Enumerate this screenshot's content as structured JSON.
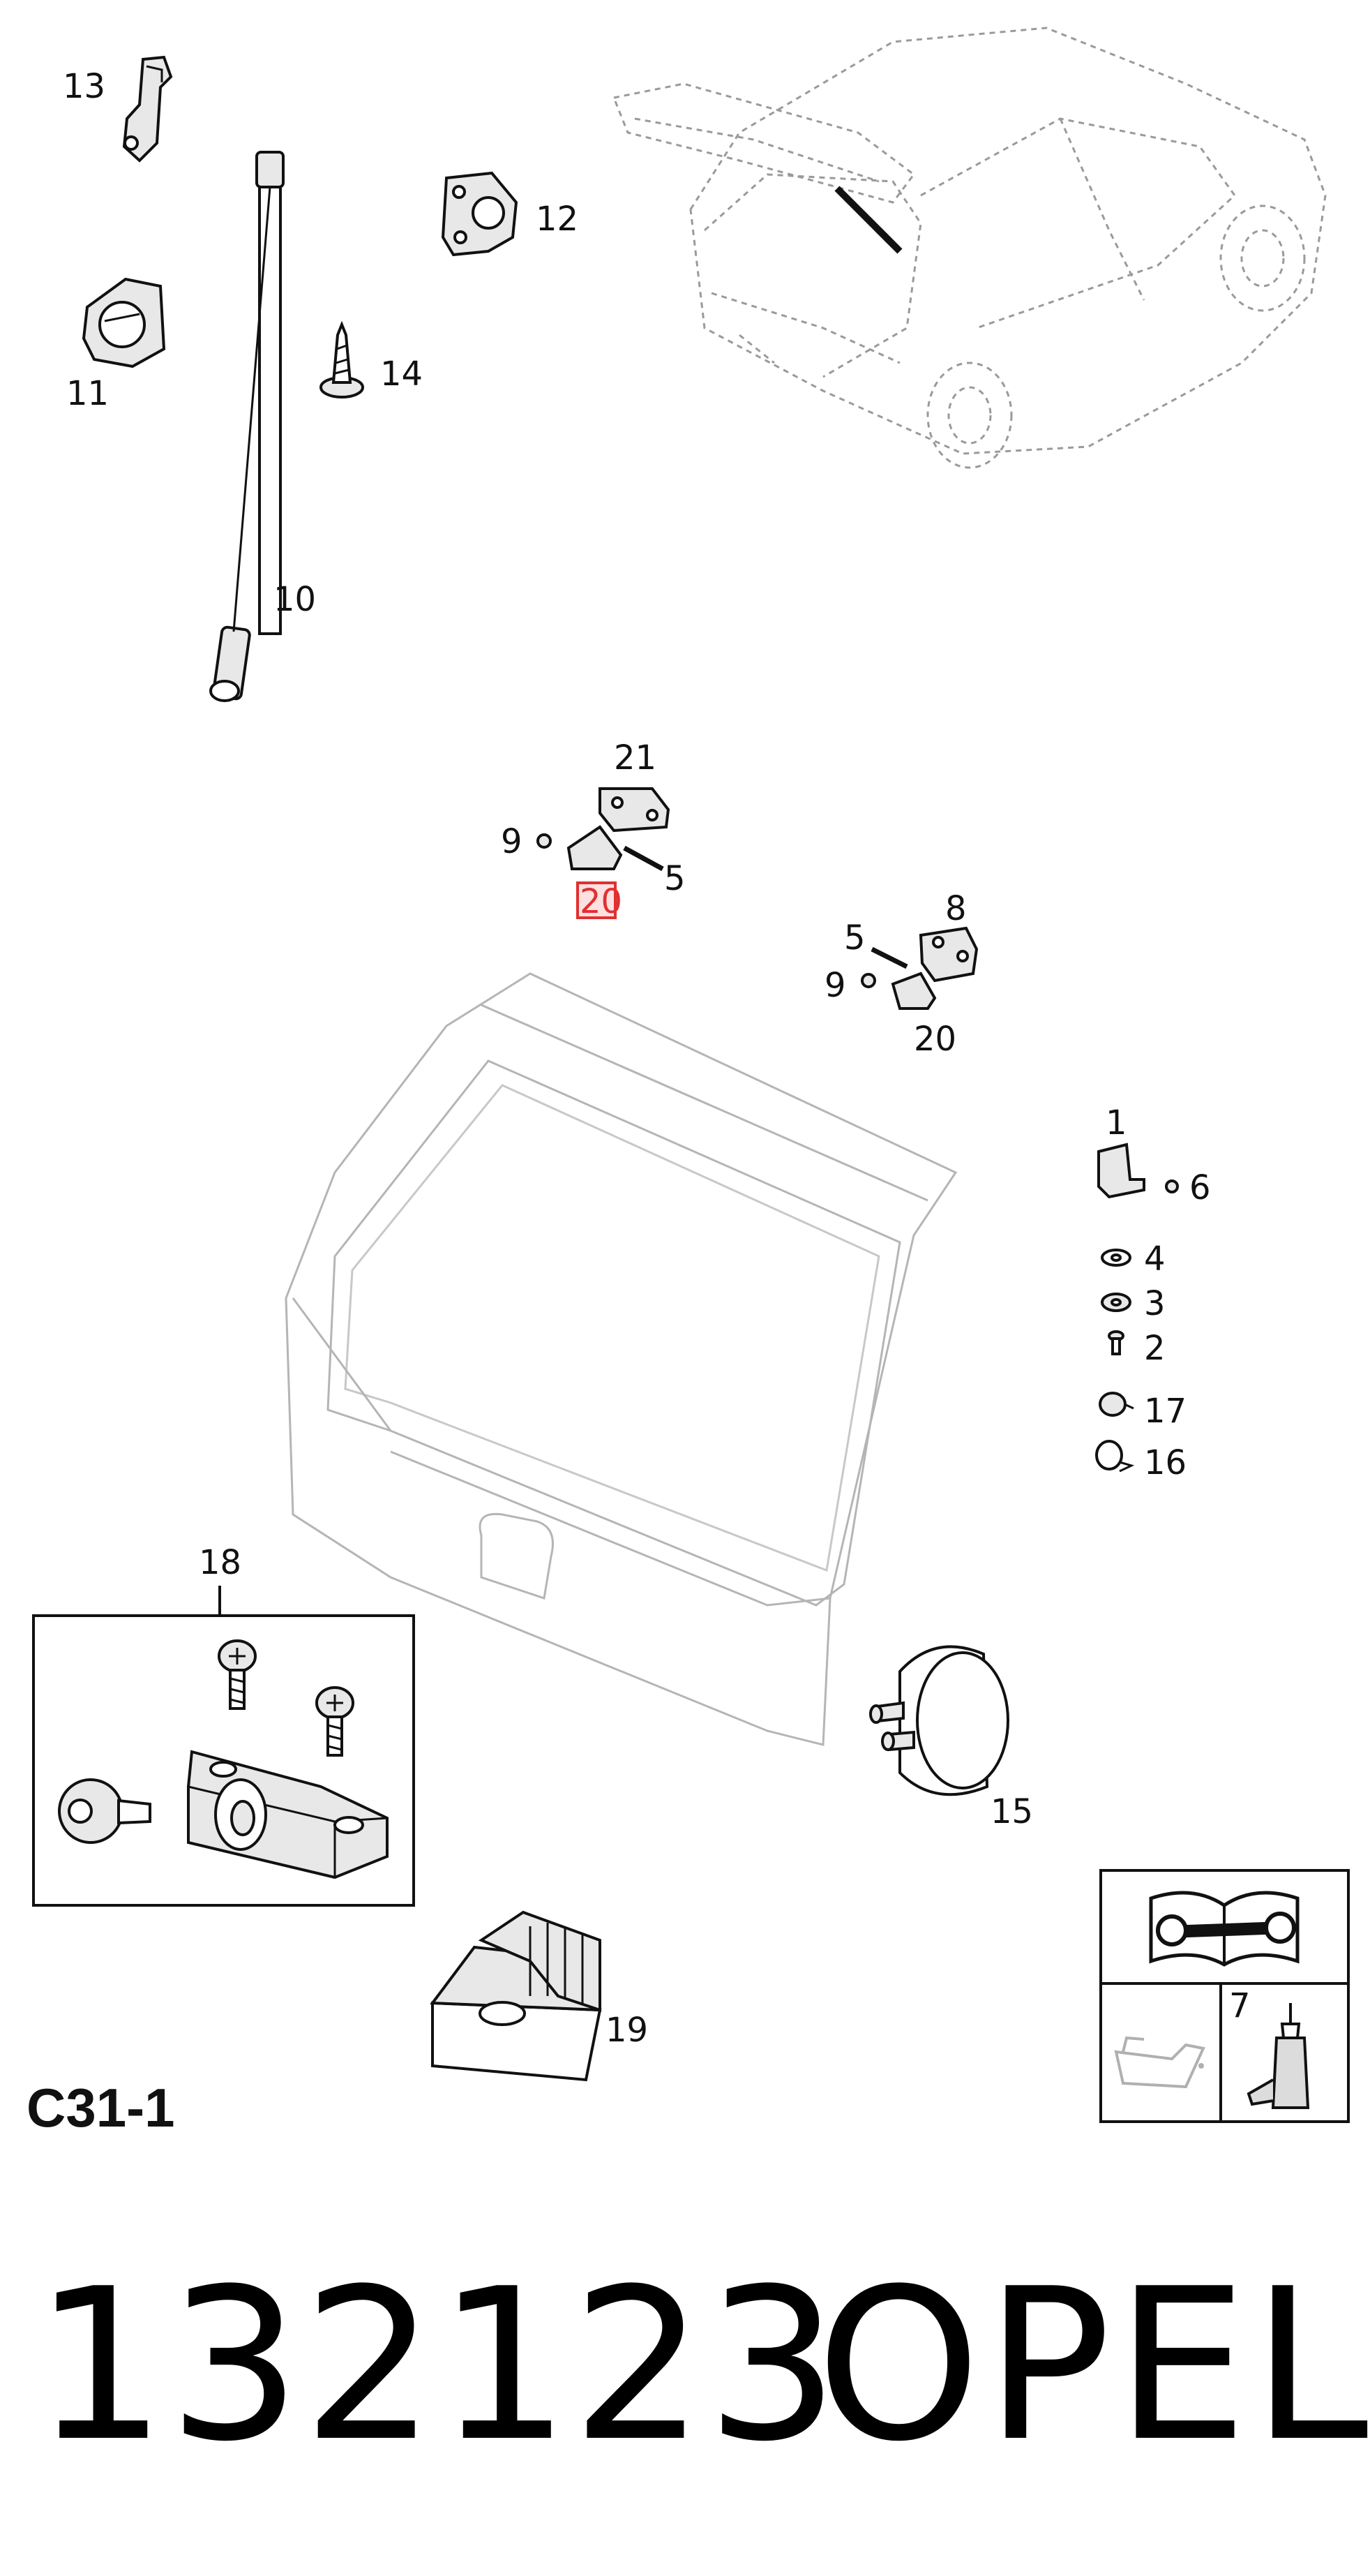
{
  "callouts": {
    "c1": "1",
    "c2": "2",
    "c3": "3",
    "c4": "4",
    "c5a": "5",
    "c5b": "5",
    "c6": "6",
    "c7": "7",
    "c8": "8",
    "c9a": "9",
    "c9b": "9",
    "c10": "10",
    "c11": "11",
    "c12": "12",
    "c13": "13",
    "c14": "14",
    "c15": "15",
    "c16": "16",
    "c17": "17",
    "c18": "18",
    "c19": "19",
    "c20a": "20",
    "c20b": "20",
    "c21": "21"
  },
  "highlight_color": "#e03030",
  "sheet_code": "C31-1",
  "catalog_number": "132123",
  "brand": "OPEL"
}
